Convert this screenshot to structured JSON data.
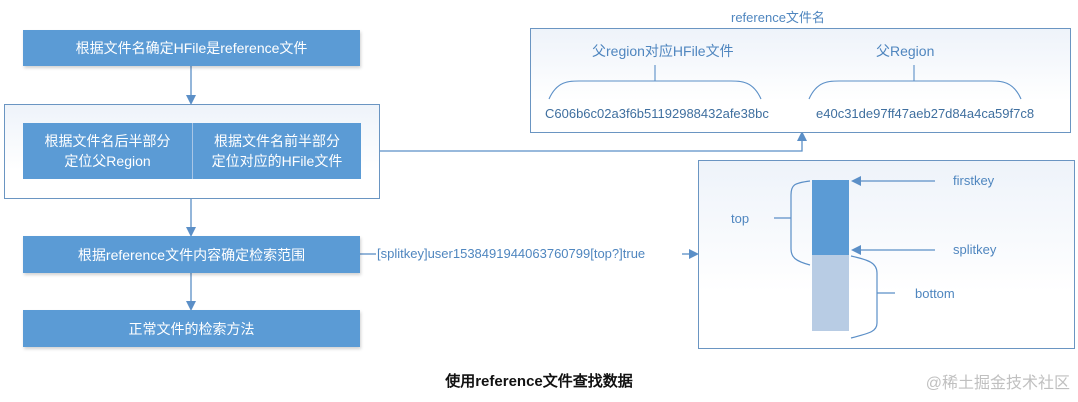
{
  "flow": {
    "step1": "根据文件名确定HFile是reference文件",
    "step2_left": [
      "根据文件名后半部分",
      "定位父Region"
    ],
    "step2_right": [
      "根据文件名前半部分",
      "定位对应的HFile文件"
    ],
    "step3": "根据reference文件内容确定检索范围",
    "step4": "正常文件的检索方法"
  },
  "reference_name": {
    "title": "reference文件名",
    "left_label": "父region对应HFile文件",
    "right_label": "父Region",
    "left_hex": "C606b6c02a3f6b51192988432afe38bc",
    "right_hex": "e40c31de97ff47aeb27d84a4ca59f7c8"
  },
  "reference_content": "[splitkey]user1538491944063760799[top?]true",
  "range": {
    "firstkey": "firstkey",
    "splitkey": "splitkey",
    "top": "top",
    "bottom": "bottom"
  },
  "caption": "使用reference文件查找数据",
  "watermark": "@稀土掘金技术社区",
  "colors": {
    "box_fill": "#5b9bd5",
    "line": "#5b8fc7",
    "top_segment": "#5b9bd5",
    "bottom_segment": "#b8cce4",
    "label_text": "#4f86bf"
  }
}
